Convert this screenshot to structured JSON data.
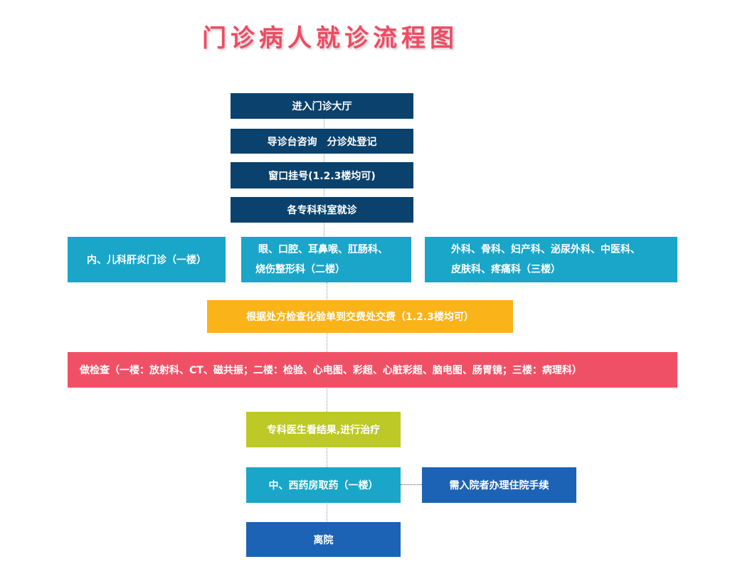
{
  "title": "门诊病人就诊流程图",
  "steps": {
    "s1": "进入门诊大厅",
    "s2": "导诊台咨询　分诊处登记",
    "s3": "窗口挂号(1.2.3楼均可)",
    "s4": "各专科科室就诊",
    "d1": "内、儿科肝炎门诊（一楼）",
    "d2a": "眼、口腔、耳鼻喉、肛肠科、",
    "d2b": "烧伤整形科（二楼）",
    "d3a": "外科、骨科、妇产科、泌尿外科、中医科、",
    "d3b": "皮肤科、疼痛科（三楼）",
    "pay": "根据处方检查化验单到交费处交费（1.2.3楼均可）",
    "exam": "做检查（一楼：放射科、CT、磁共振；二楼：检验、心电图、彩超、心脏彩超、脑电图、肠胃镜；三楼：病理科）",
    "result": "专科医生看结果,进行治疗",
    "pharmacy": "中、西药房取药（一楼）",
    "inpatient": "需入院者办理住院手续",
    "leave": "离院"
  },
  "colors": {
    "navy": "#0b426d",
    "teal": "#1aa6c9",
    "orange": "#fbb31a",
    "pink": "#f05066",
    "lime": "#bdc926",
    "blue": "#1d63b5"
  }
}
